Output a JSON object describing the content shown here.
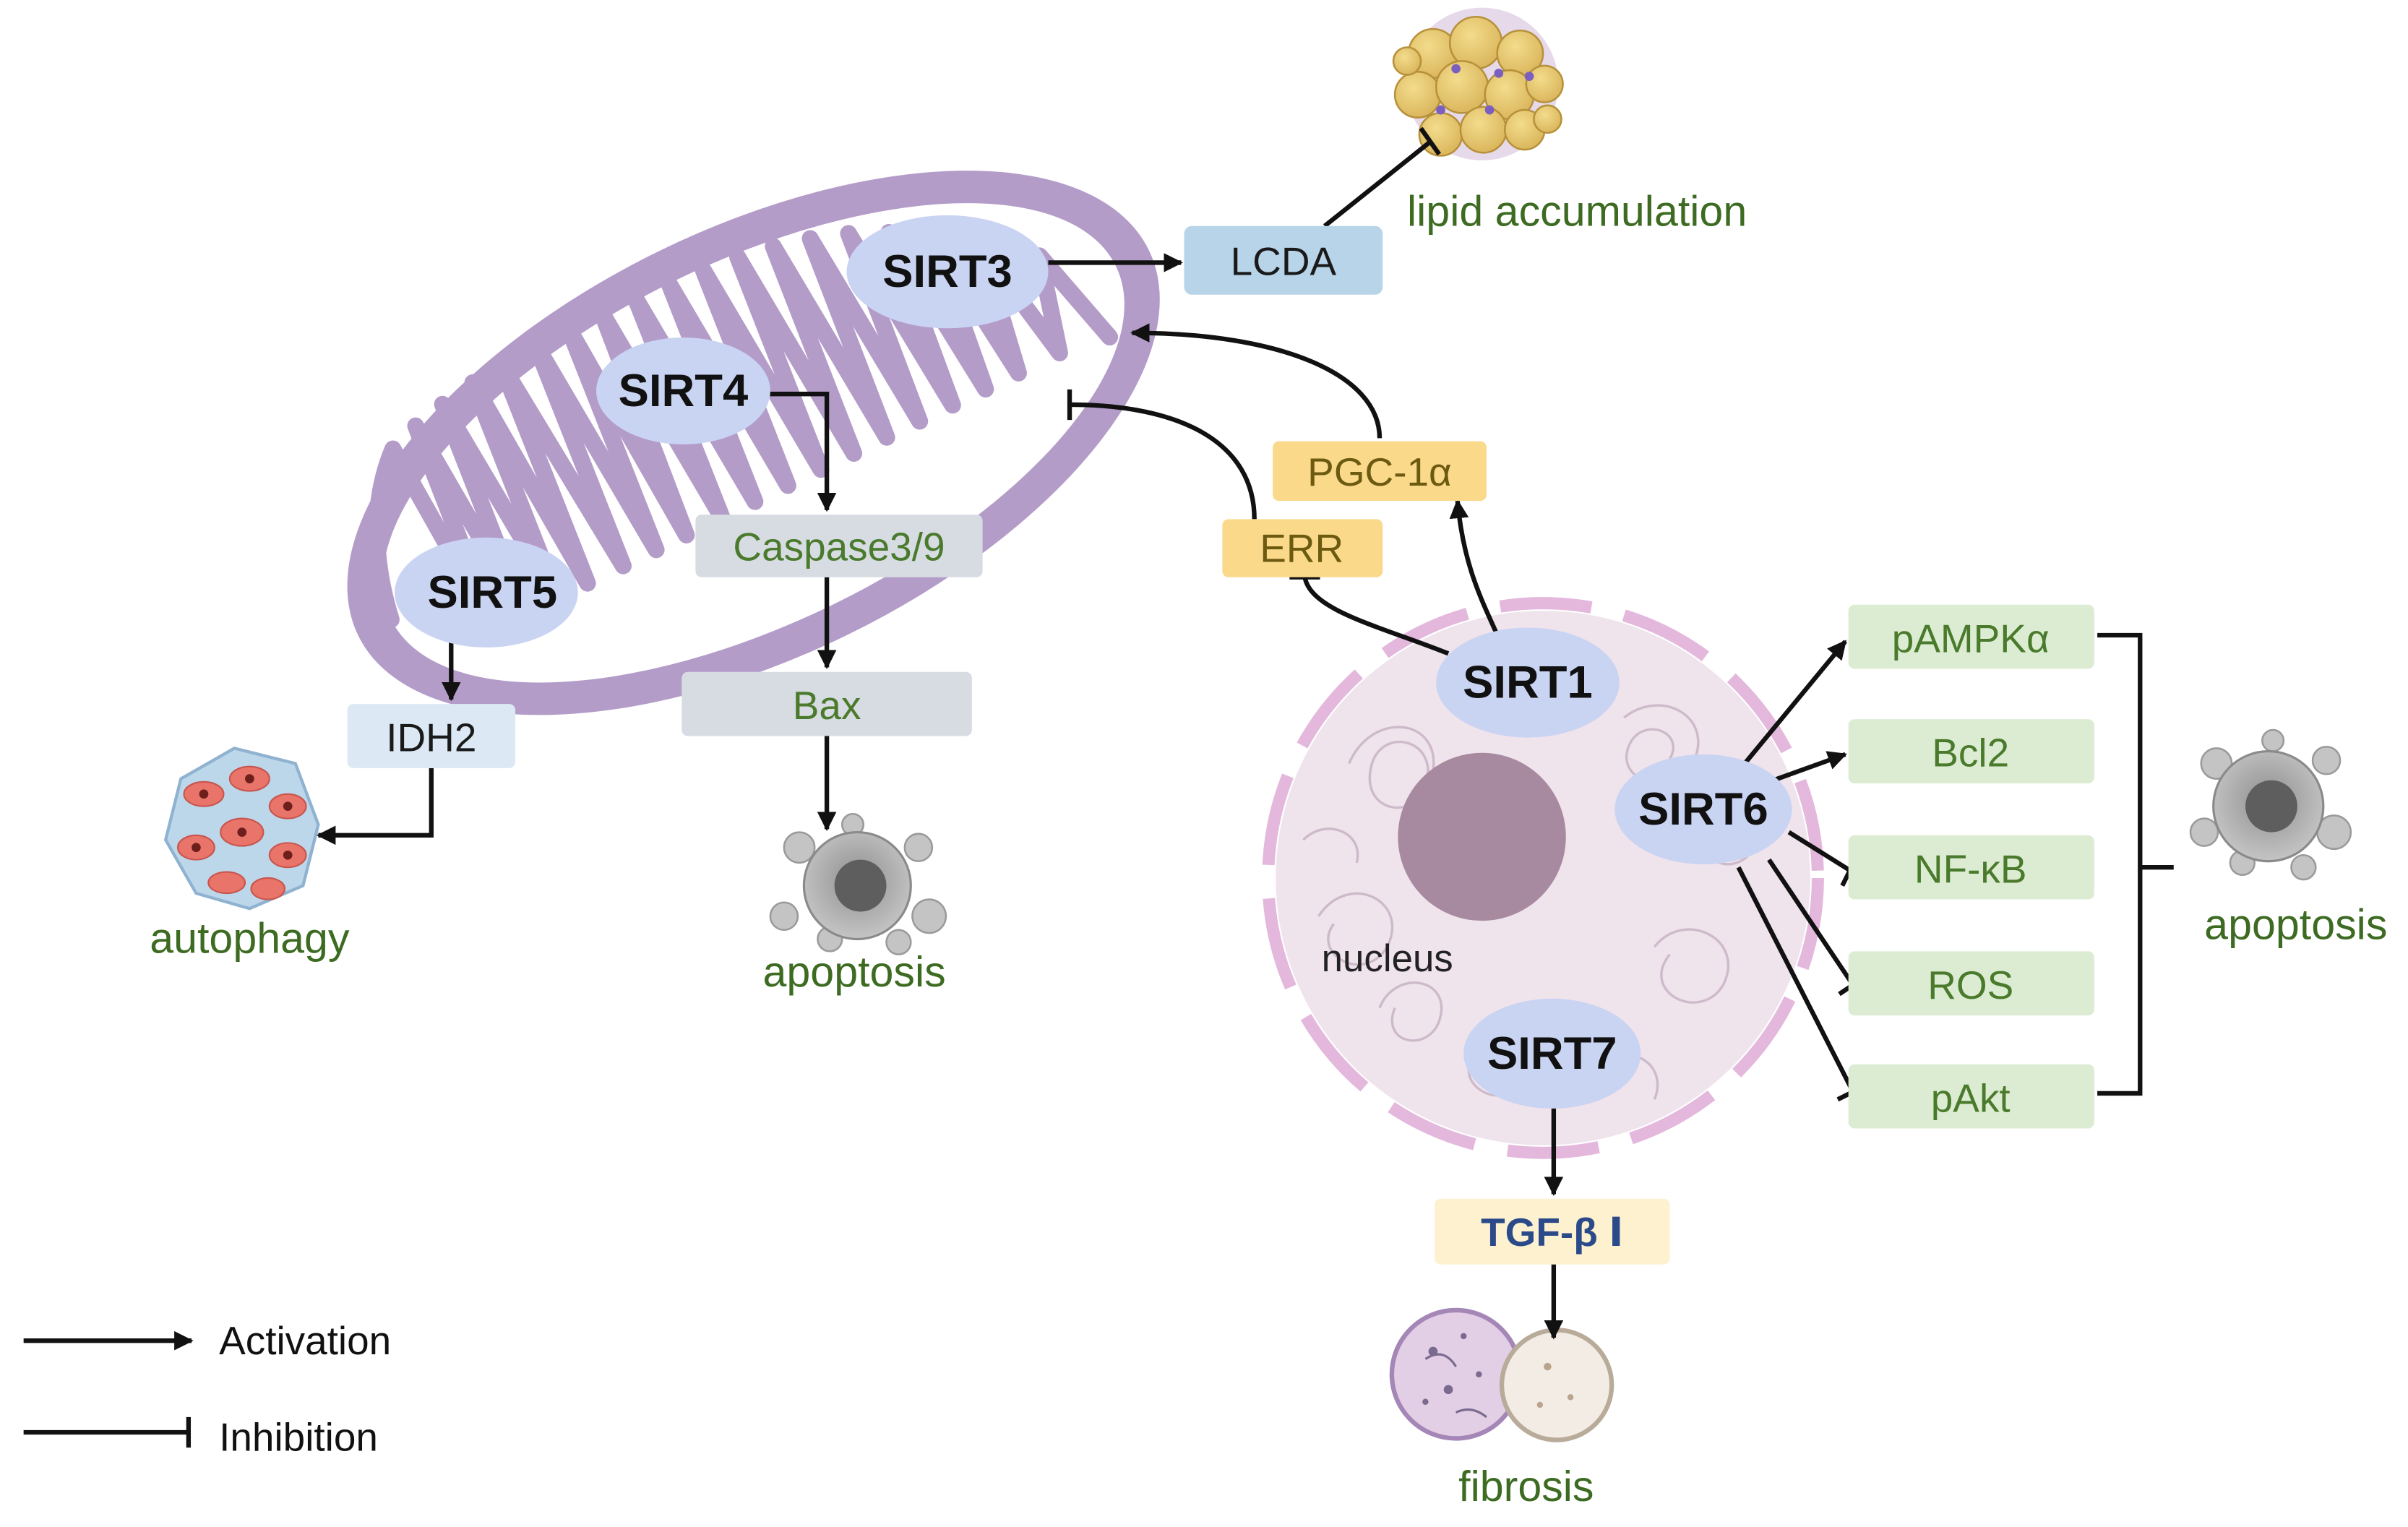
{
  "sirtuins": {
    "sirt1": "SIRT1",
    "sirt3": "SIRT3",
    "sirt4": "SIRT4",
    "sirt5": "SIRT5",
    "sirt6": "SIRT6",
    "sirt7": "SIRT7"
  },
  "mitochondria_nodes": {
    "lcda": "LCDA",
    "caspase": "Caspase3/9",
    "bax": "Bax",
    "idh2": "IDH2"
  },
  "nuclear_nodes": {
    "pgc1a": "PGC-1α",
    "err": "ERR",
    "tgfb": "TGF-β Ⅰ",
    "nucleus": "nucleus"
  },
  "sirt6_targets": [
    "pAMPKα",
    "Bcl2",
    "NF-κB",
    "ROS",
    "pAkt"
  ],
  "phenotypes": {
    "lipid": "lipid accumulation",
    "autophagy": "autophagy",
    "apoptosis_mito": "apoptosis",
    "apoptosis_sirt6": "apoptosis",
    "fibrosis": "fibrosis"
  },
  "legend": {
    "activation": "Activation",
    "inhibition": "Inhibition"
  },
  "colors": {
    "sirtuin": "#c9d3f2",
    "mito_membrane": "#b49cc9",
    "blue_box": "#b8d4e8",
    "gray_box": "#d7dbe2",
    "yellow_box": "#fbd98b",
    "cream_box": "#fdf1cf",
    "green_box": "#dcecd2",
    "green_text": "#3d6b22"
  }
}
